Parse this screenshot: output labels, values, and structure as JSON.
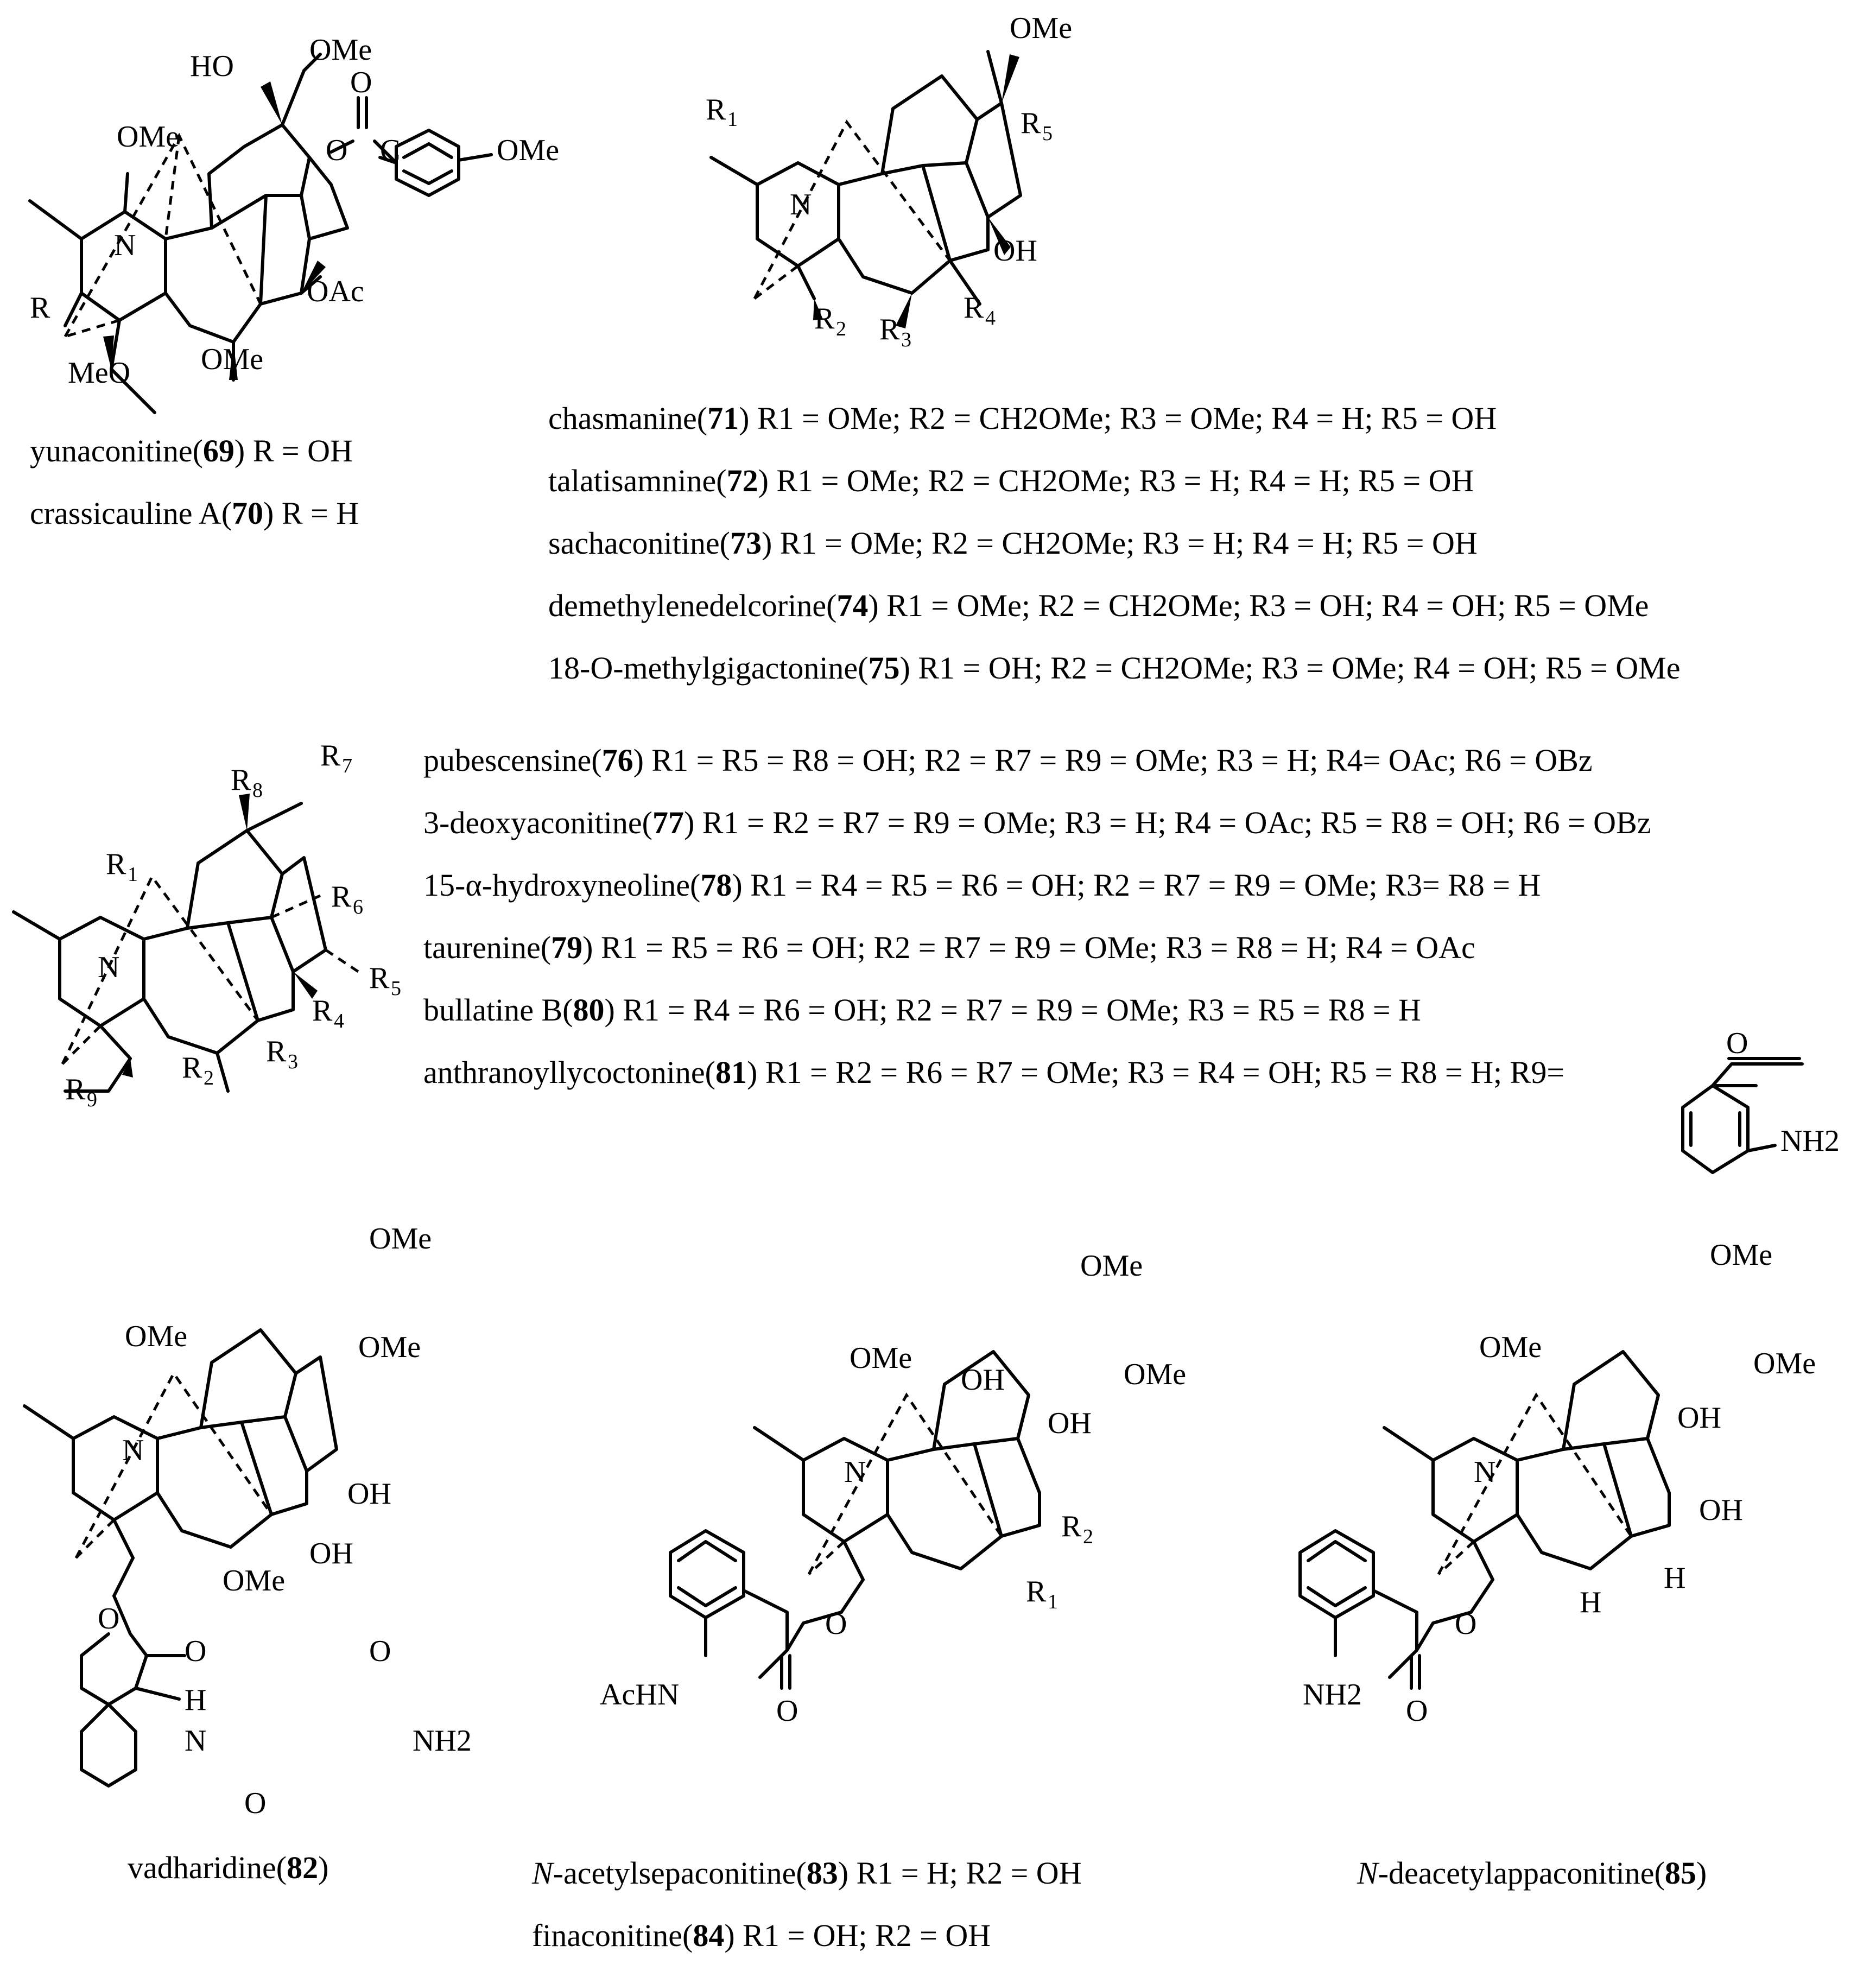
{
  "structures": [
    {
      "id": "s69",
      "atom_labels": [
        "HO",
        "OMe",
        "OMe",
        "O",
        "O",
        "C",
        "OMe",
        "N",
        "R",
        "OAc",
        "MeO",
        "OMe"
      ],
      "captions": [
        {
          "name": "yunaconitine",
          "num": "69",
          "subst": " R = OH"
        },
        {
          "name": "crassicauline A",
          "num": "70",
          "subst": " R = H"
        }
      ]
    },
    {
      "id": "s71",
      "atom_labels": [
        "OMe",
        "R",
        "R",
        "N",
        "OH",
        "R",
        "R",
        "R"
      ],
      "captions": [
        {
          "name": "chasmanine",
          "num": "71",
          "subst": " R1 = OMe; R2 = CH2OMe; R3 = OMe; R4 = H; R5 = OH"
        },
        {
          "name": "talatisamnine",
          "num": "72",
          "subst": " R1 = OMe; R2 = CH2OMe; R3 = H; R4 = H; R5 = OH"
        },
        {
          "name": "sachaconitine",
          "num": "73",
          "subst": " R1 = OMe;  R2 = CH2OMe; R3 = H; R4 = H; R5 = OH"
        },
        {
          "name": "demethylenedelcorine",
          "num": "74",
          "subst": " R1 = OMe; R2 = CH2OMe; R3 = OH; R4 = OH; R5 = OMe"
        },
        {
          "name": "18-O-methylgigactonine",
          "num": "75",
          "subst": " R1 = OH; R2 = CH2OMe; R3 = OMe; R4 = OH; R5 = OMe"
        }
      ]
    },
    {
      "id": "s76",
      "atom_labels": [
        "R",
        "R",
        "R",
        "R",
        "R",
        "R",
        "R",
        "R",
        "R",
        "N"
      ],
      "captions": [
        {
          "name": "pubescensine",
          "num": "76",
          "subst": " R1 = R5 = R8 = OH; R2 = R7 = R9 = OMe; R3 = H; R4= OAc; R6 = OBz"
        },
        {
          "name": "3-deoxyaconitine",
          "num": "77",
          "subst": " R1 = R2 = R7 = R9 = OMe; R3 = H; R4 = OAc; R5 = R8 = OH; R6 = OBz"
        },
        {
          "name": "15-α-hydroxyneoline",
          "num": "78",
          "subst": " R1 = R4 = R5 = R6 = OH; R2 = R7 = R9 = OMe; R3= R8 = H"
        },
        {
          "name": "taurenine",
          "num": "79",
          "subst": " R1 = R5 = R6 = OH; R2 = R7 = R9 = OMe; R3 = R8 = H; R4 = OAc"
        },
        {
          "name": "bullatine B",
          "num": "80",
          "subst": " R1 = R4 = R6 = OH; R2 = R7 = R9 = OMe; R3 = R5 = R8 = H"
        },
        {
          "name": "anthranoyllycoctonine",
          "num": "81",
          "subst": " R1 = R2 = R6 = R7 = OMe; R3 = R4 = OH; R5 = R8 = H; R9="
        }
      ],
      "extra_labels": [
        "O",
        "NH2"
      ]
    },
    {
      "id": "s82",
      "atom_labels": [
        "OMe",
        "OMe",
        "OMe",
        "N",
        "OH",
        "OMe",
        "OH",
        "O",
        "O",
        "H",
        "N",
        "O",
        "O",
        "NH2"
      ],
      "captions": [
        {
          "name": "vadharidine",
          "num": "82",
          "subst": ""
        }
      ]
    },
    {
      "id": "s83",
      "atom_labels": [
        "OMe",
        "OMe",
        "OMe",
        "OH",
        "OH",
        "N",
        "R",
        "R",
        "O",
        "O",
        "AcHN"
      ],
      "captions": [
        {
          "name": "N-acetylsepaconitine",
          "num": "83",
          "subst": " R1 = H; R2 = OH"
        },
        {
          "name": "finaconitine",
          "num": "84",
          "subst": " R1 = OH; R2 = OH"
        }
      ]
    },
    {
      "id": "s85",
      "atom_labels": [
        "OMe",
        "OMe",
        "OMe",
        "OH",
        "N",
        "OH",
        "H",
        "H",
        "O",
        "O",
        "NH2"
      ],
      "captions": [
        {
          "name": "N-deacetylappaconitine",
          "num": "85",
          "subst": ""
        }
      ]
    }
  ]
}
